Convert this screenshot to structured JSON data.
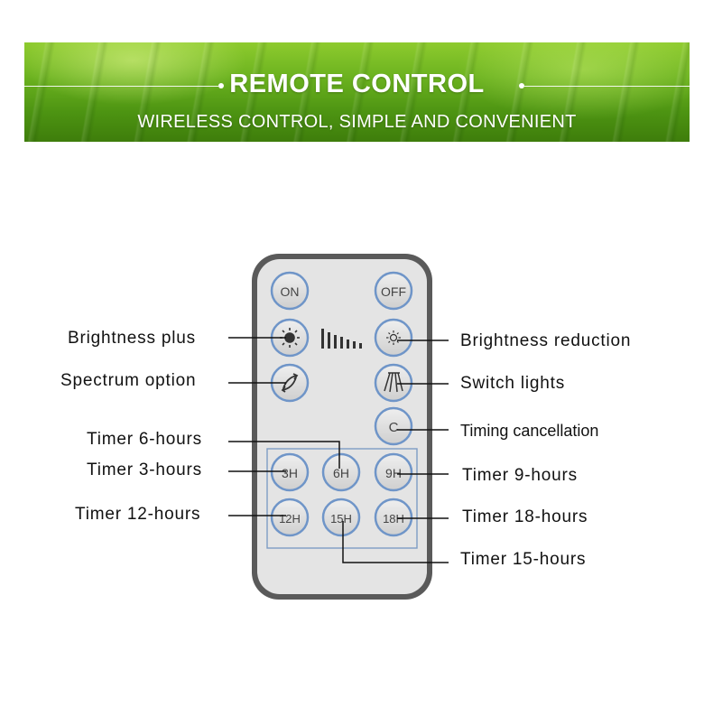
{
  "banner": {
    "title": "REMOTE CONTROL",
    "subtitle": "WIRELESS CONTROL, SIMPLE AND CONVENIENT"
  },
  "remote": {
    "buttons": {
      "on": "ON",
      "off": "OFF",
      "cancel": "C",
      "t3": "3H",
      "t6": "6H",
      "t9": "9H",
      "t12": "12H",
      "t15": "15H",
      "t18": "18H"
    }
  },
  "labels": {
    "brightness_plus": "Brightness plus",
    "spectrum_option": "Spectrum option",
    "timer_6": "Timer 6-hours",
    "timer_3": "Timer 3-hours",
    "timer_12": "Timer 12-hours",
    "brightness_reduction": "Brightness reduction",
    "switch_lights": "Switch lights",
    "timing_cancellation": "Timing cancellation",
    "timer_9": "Timer 9-hours",
    "timer_18": "Timer 18-hours",
    "timer_15": "Timer 15-hours"
  },
  "colors": {
    "remote_body": "#e6e6e6",
    "remote_border": "#555555",
    "button_ring": "#6f95c8",
    "button_fill": "#dcdcdc"
  }
}
